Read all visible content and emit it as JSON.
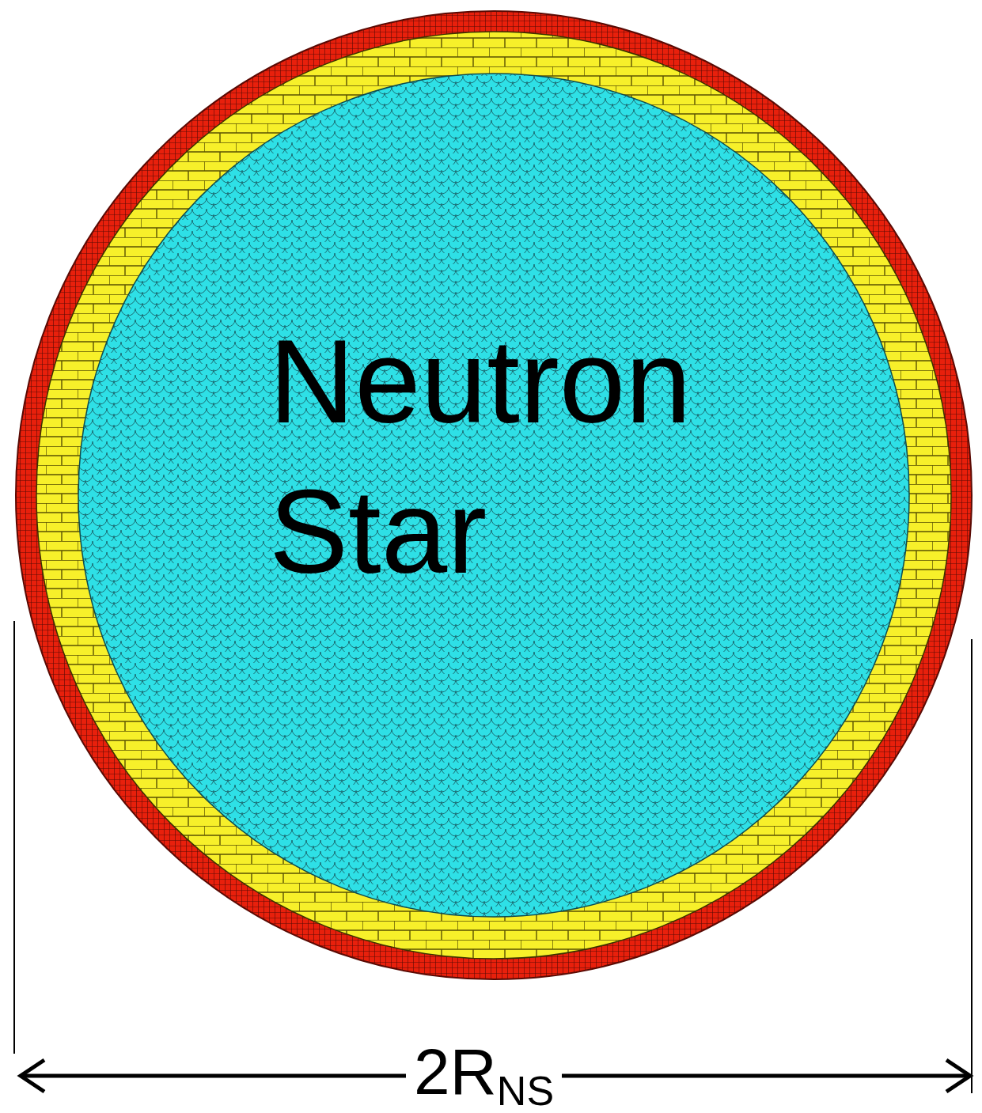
{
  "diagram": {
    "nodes": [
      {
        "text": [
          "Neutron Star"
        ]
      }
    ],
    "edges": [],
    "labels": [
      "2R",
      "NS"
    ]
  }
}
